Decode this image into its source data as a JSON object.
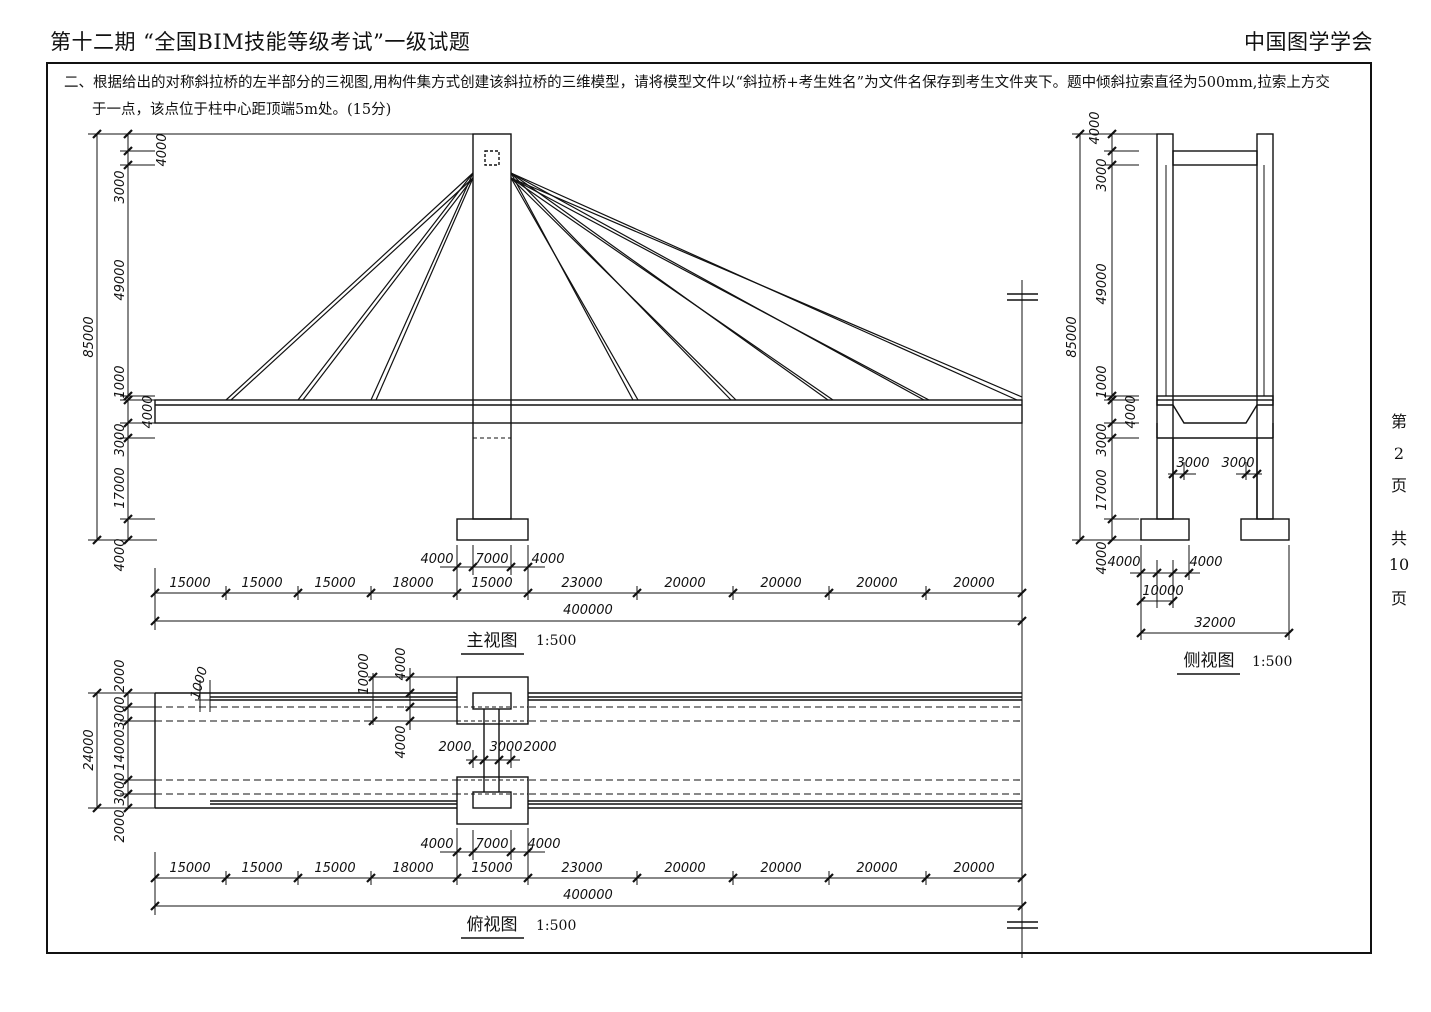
{
  "header": {
    "left_title": "第十二期 “全国BIM技能等级考试”一级试题",
    "right_org": "中国图学学会"
  },
  "question": {
    "line1": "二、根据给出的对称斜拉桥的左半部分的三视图,用构件集方式创建该斜拉桥的三维模型，请将模型文件以“斜拉桥+考生姓名”为文件名保存到考生文件夹下。题中倾斜拉索直径为500mm,拉索上方交",
    "line2": "于一点，该点位于柱中心距顶端5m处。(15分)"
  },
  "page_marker": {
    "chars": [
      "第",
      "2",
      "页",
      "共",
      "10",
      "页"
    ]
  },
  "front_view": {
    "title": "主视图",
    "scale": "1:500",
    "left_dims": [
      "4000",
      "3000",
      "49000",
      "85000",
      "1000",
      "4000",
      "3000",
      "17000",
      "4000"
    ],
    "pier_dims": [
      "4000",
      "7000",
      "4000"
    ],
    "span_dims": [
      "15000",
      "15000",
      "15000",
      "18000",
      "15000",
      "23000",
      "20000",
      "20000",
      "20000",
      "20000"
    ],
    "total_dim": "400000"
  },
  "side_view": {
    "title": "侧视图",
    "scale": "1:500",
    "left_dims": [
      "4000",
      "3000",
      "49000",
      "85000",
      "1000",
      "4000",
      "3000",
      "17000",
      "4000"
    ],
    "inner_dims": [
      "3000",
      "3000"
    ],
    "bottom_dims": [
      "4000",
      "4000",
      "10000",
      "32000"
    ]
  },
  "top_view": {
    "title": "俯视图",
    "scale": "1:500",
    "left_dims": [
      "2000",
      "3000",
      "14000",
      "24000",
      "3000",
      "2000"
    ],
    "detail_dims": [
      "1000",
      "10000",
      "4000",
      "4000",
      "2000",
      "3000",
      "2000"
    ],
    "pier_dims": [
      "4000",
      "7000",
      "4000"
    ],
    "span_dims": [
      "15000",
      "15000",
      "15000",
      "18000",
      "15000",
      "23000",
      "20000",
      "20000",
      "20000",
      "20000"
    ],
    "total_dim": "400000"
  }
}
